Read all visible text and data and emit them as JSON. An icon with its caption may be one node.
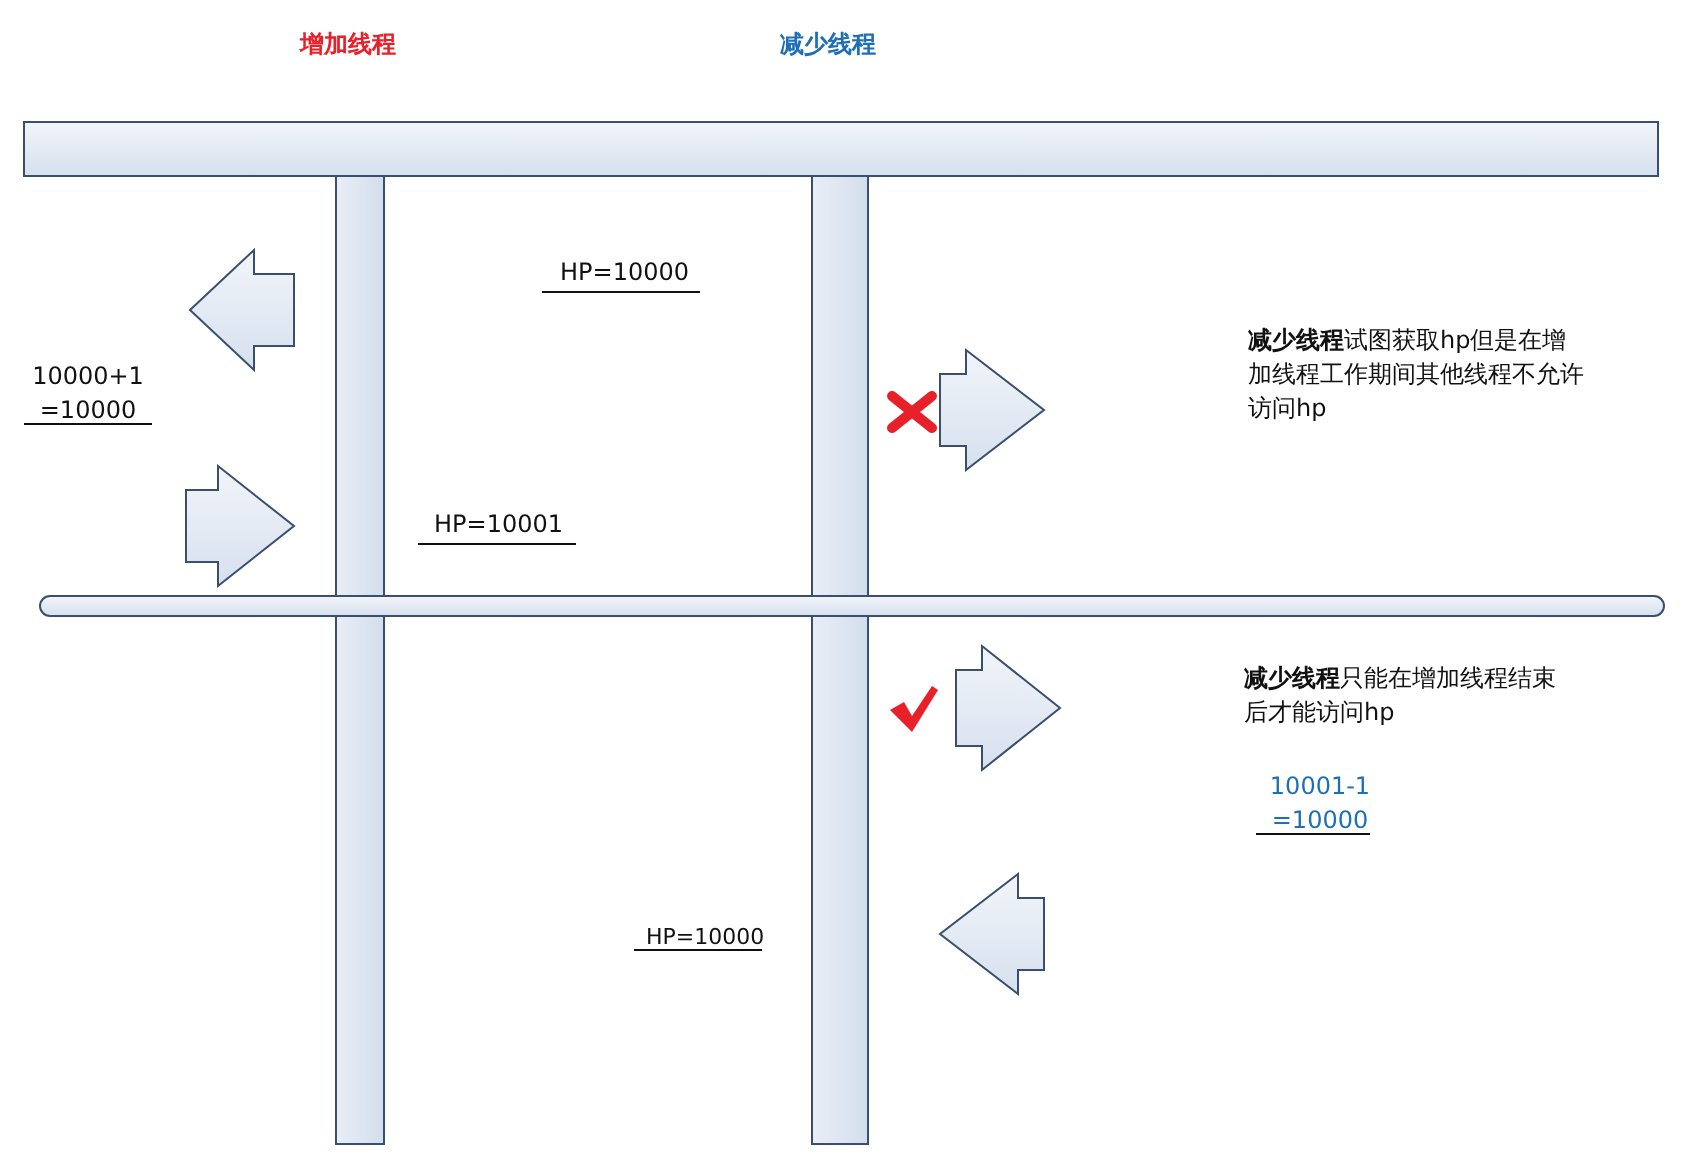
{
  "diagram": {
    "nodes": [
      {
        "text": [],
        "shape": "bar"
      },
      {
        "text": [],
        "shape": "bar"
      },
      {
        "text": [],
        "shape": "bar"
      },
      {
        "text": [],
        "shape": "bar"
      }
    ],
    "labels": [
      "增加线程",
      "减少线程",
      "HP=10000",
      "**减少线程**试图获取hp但是在增加线程工作期间其他线程不允许访问hp",
      "10000+1 =10000",
      "HP=10001",
      "**减少线程**只能在增加线程结束后才能访问hp",
      "10001-1 =10000",
      "HP=10000"
    ]
  }
}
